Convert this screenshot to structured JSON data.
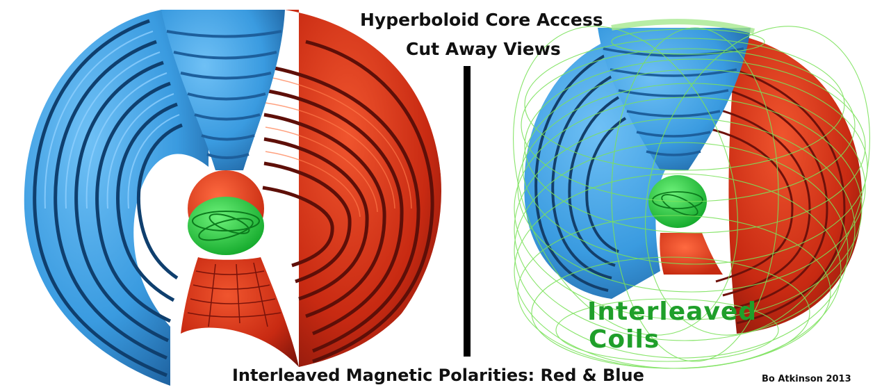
{
  "title": {
    "line1": "Hyperboloid Core Access",
    "line2": "Cut Away Views"
  },
  "caption": "Interleaved Magnetic Polarities: Red & Blue",
  "credit": "Bo Atkinson 2013",
  "right_label": {
    "line1": "Interleaved",
    "line2": "Coils"
  },
  "colors": {
    "blue_polarity": "#3a9be0",
    "blue_dark": "#1d5f9c",
    "red_polarity": "#e63b1e",
    "red_dark": "#8e1a0c",
    "coil_green": "#22c93a",
    "coil_line": "#7be25a",
    "divider": "#000000"
  }
}
